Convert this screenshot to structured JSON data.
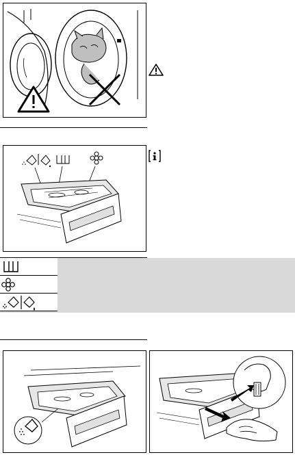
{
  "page": {
    "background": "#ffffff",
    "legend_band_color": "#d9d9d9"
  },
  "illustrations": [
    {
      "id": "pet-in-drum",
      "description_icons": [
        "warning-triangle-icon",
        "cross-icon"
      ]
    },
    {
      "id": "detergent-dispenser",
      "compartment_icons": [
        "prewash-icon",
        "main-wash-icon",
        "softener-icon"
      ]
    },
    {
      "id": "powder-into-compartment"
    },
    {
      "id": "remove-dispenser-drawer"
    }
  ],
  "legend": [
    {
      "icon": "main-wash-icon"
    },
    {
      "icon": "softener-icon"
    },
    {
      "icon": "prewash-powder-liquid-icon"
    }
  ],
  "side_icons": [
    "warning-triangle-icon",
    "info-icon"
  ]
}
